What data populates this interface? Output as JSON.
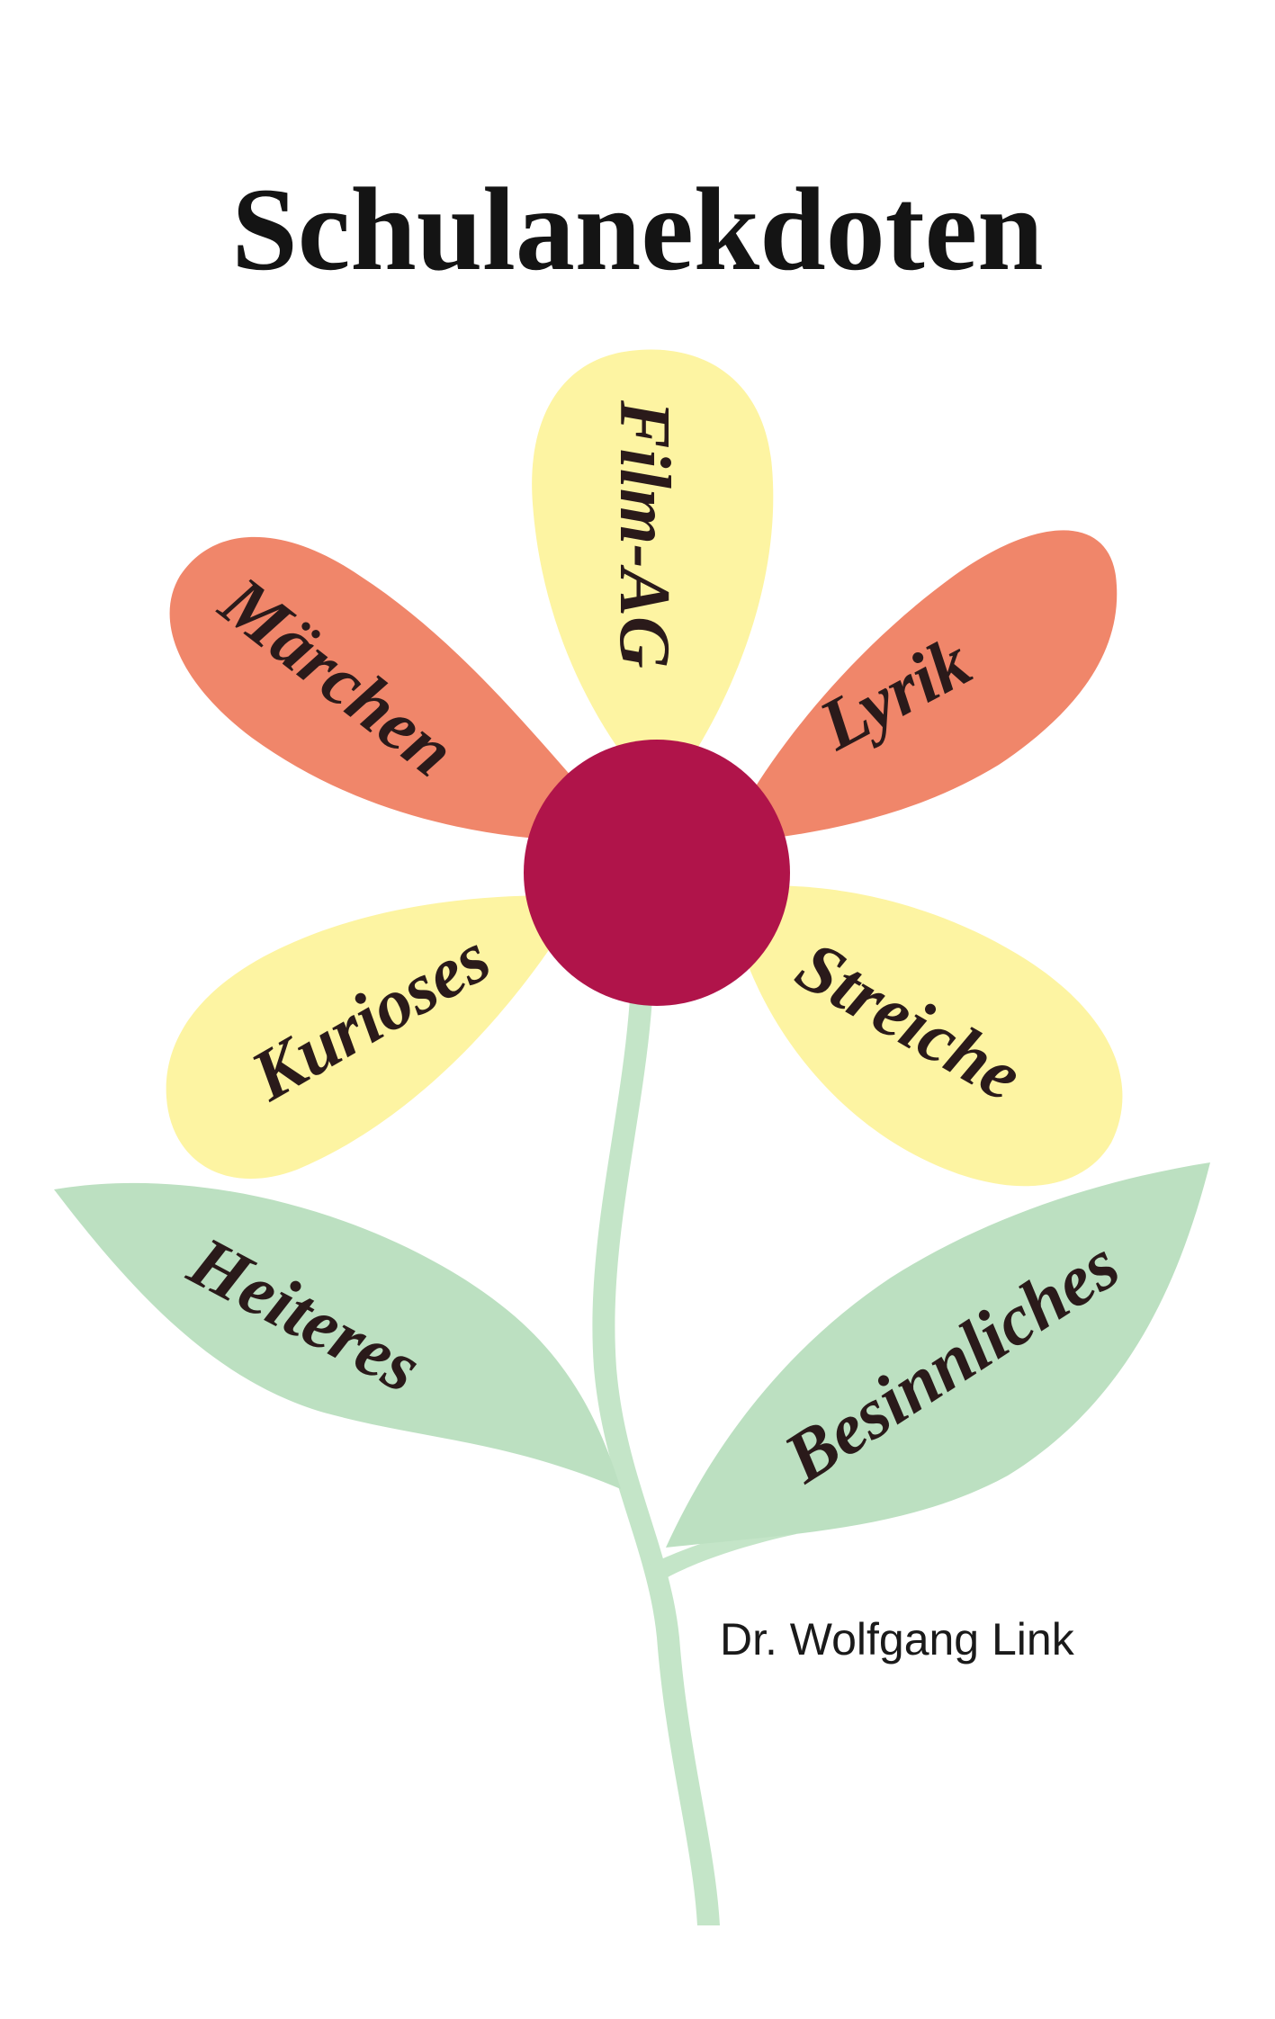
{
  "title": "Schulanekdoten",
  "author": "Dr. Wolfgang Link",
  "petals": {
    "top": "Film-AG",
    "upper_left": "Märchen",
    "upper_right": "Lyrik",
    "lower_left": "Kurioses",
    "lower_right": "Streiche"
  },
  "leaves": {
    "left": "Heiteres",
    "right": "Besinnliches"
  },
  "colors": {
    "orange_petal": "#F0866A",
    "yellow_petal": "#FDF4A2",
    "center": "#B0144A",
    "leaf": "#BCE0C1",
    "stem": "#C4E5C8",
    "text": "#141414"
  }
}
